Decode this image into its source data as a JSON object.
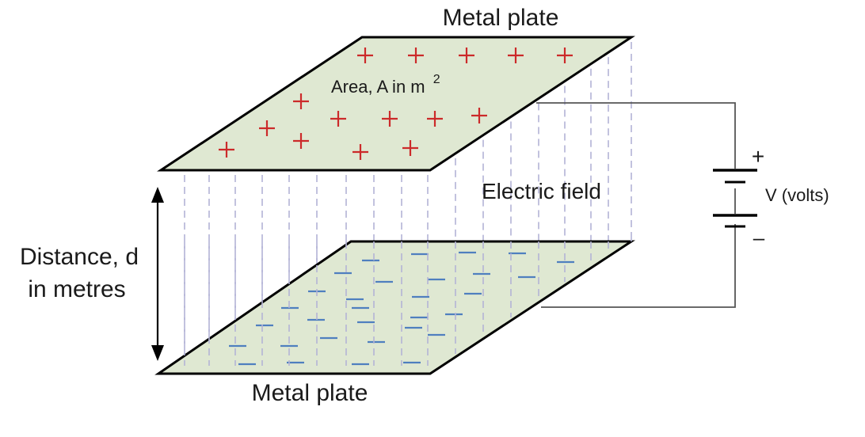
{
  "labels": {
    "top_plate": "Metal plate",
    "bottom_plate": "Metal plate",
    "area_prefix": "Area, A in m",
    "area_superscript": "2",
    "electric_field": "Electric field",
    "distance_line1": "Distance, d",
    "distance_line2": "in metres",
    "voltage": "V (volts)",
    "battery_plus": "+",
    "battery_minus": "–"
  },
  "colors": {
    "plate_fill": "#dfe8d2",
    "outline": "#000000",
    "positive_charge": "#cc2a2a",
    "negative_charge": "#4f7fbf",
    "field_line": "#b3b3d6",
    "wire": "#555555"
  }
}
